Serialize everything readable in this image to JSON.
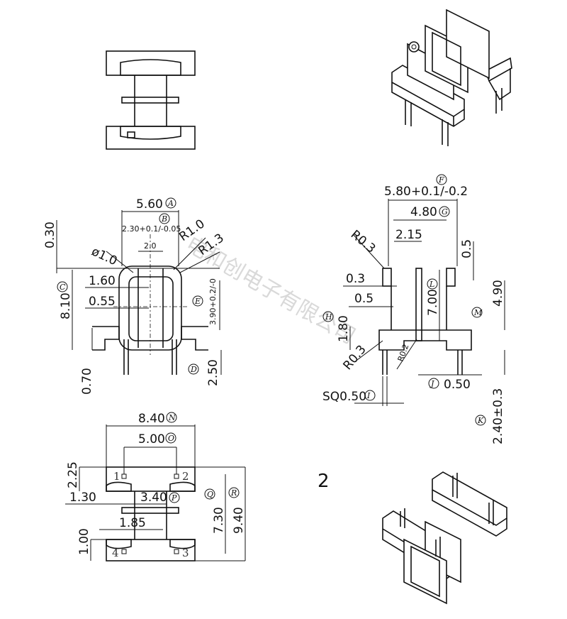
{
  "top_view": {
    "dims": {
      "width": "5.60",
      "slot": "2.30+0.1/-0.05",
      "inner": "2.0",
      "hole": "ø1.0",
      "r1": "R1.0",
      "r2": "R1.3",
      "top": "0.30",
      "w1": "1.60",
      "w2": "0.55",
      "height": "8.10",
      "e_dim": "3.90+0.2/-0",
      "pin_w": "0.70",
      "pin_l": "2.50"
    },
    "markers": {
      "a": "A",
      "b": "B",
      "c": "C",
      "d": "D",
      "e": "E"
    }
  },
  "side_view": {
    "dims": {
      "f": "5.80+0.1/-0.2",
      "g": "4.80",
      "r03a": "R0.3",
      "w215": "2.15",
      "t05a": "0.5",
      "t03": "0.3",
      "t05b": "0.5",
      "h700": "7.00",
      "h490": "4.90",
      "h180": "1.80",
      "r03b": "R0.3",
      "r02": "R0.2",
      "sq": "SQ0.50",
      "pin": "0.50",
      "pin_len": "2.40±0.3"
    },
    "markers": {
      "f": "F",
      "g": "G",
      "h": "H",
      "i": "I",
      "j": "J",
      "k": "K",
      "l": "L",
      "m": "M"
    }
  },
  "bottom_view": {
    "dims": {
      "n": "8.40",
      "o": "5.00",
      "p": "3.40",
      "h225": "2.25",
      "w130": "1.30",
      "w185": "1.85",
      "h100": "1.00",
      "h730": "7.30",
      "h940": "9.40"
    },
    "markers": {
      "n": "N",
      "o": "O",
      "p": "P",
      "q": "Q",
      "r": "R"
    },
    "pins": [
      "1",
      "2",
      "3",
      "4"
    ]
  },
  "label_2": "2",
  "watermark": "电和创电子有限公司"
}
